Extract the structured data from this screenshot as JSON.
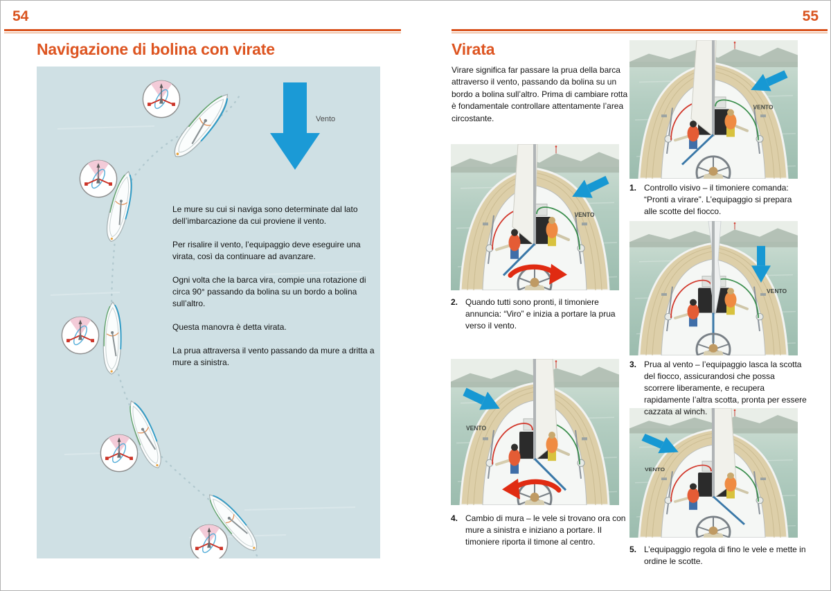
{
  "colors": {
    "accent": "#d9531e",
    "rule_light": "#e6925f",
    "panel_blue": "#cfe0e4",
    "wind_blue": "#1798d3"
  },
  "page_left": {
    "number": "54",
    "title": "Navigazione di bolina con virate",
    "diagram": {
      "wind_label": "Vento",
      "paragraphs": [
        "Le mure su cui si naviga sono determinate dal lato dell’imbarcazione da cui proviene il vento.",
        "Per risalire il vento, l’equipaggio deve eseguire una virata, così da continuare ad avanzare.",
        "Ogni volta che la barca vira, compie una rotazione di circa 90° passando da bolina su un bordo a bolina sull’altro.",
        "Questa manovra è detta virata.",
        "La prua attraversa il vento passando da mure a dritta a mure a sinistra."
      ]
    }
  },
  "page_right": {
    "number": "55",
    "title": "Virata",
    "intro": "Virare significa far passare la prua della barca attraverso il vento, passando da bolina su un bordo a bolina sull’altro. Prima di cambiare rotta è fondamentale controllare attentamente l’area circostante.",
    "wind_label": "VENTO",
    "steps": [
      {
        "num": "1.",
        "text": "Controllo visivo – il timoniere comanda: “Pronti a virare”. L’equipaggio si prepara alle scotte del fiocco."
      },
      {
        "num": "2.",
        "text": "Quando tutti sono pronti, il timoniere annuncia: “Viro” e inizia a portare la prua verso il vento."
      },
      {
        "num": "3.",
        "text": "Prua al vento – l’equipaggio lasca la scotta del fiocco, assicurandosi che possa scorrere liberamente, e recupera rapidamente l’altra scotta, pronta per essere cazzata al winch."
      },
      {
        "num": "4.",
        "text": "Cambio di mura – le vele si trovano ora con mure a sinistra e iniziano a portare. Il timoniere riporta il timone al centro."
      },
      {
        "num": "5.",
        "text": "L’equipaggio regola di fino le vele e mette in ordine le scotte."
      }
    ],
    "scenes": [
      {
        "wind": "down-left",
        "wind_pos": "top-right",
        "turn": null,
        "sail": "left"
      },
      {
        "wind": "down-left",
        "wind_pos": "top-right",
        "turn": "cw",
        "sail": "left"
      },
      {
        "wind": "down",
        "wind_pos": "top-right",
        "turn": null,
        "sail": "center"
      },
      {
        "wind": "down-right",
        "wind_pos": "top-left",
        "turn": "ccw",
        "sail": "right"
      },
      {
        "wind": "down-right",
        "wind_pos": "top-left",
        "turn": null,
        "sail": "right"
      }
    ]
  }
}
